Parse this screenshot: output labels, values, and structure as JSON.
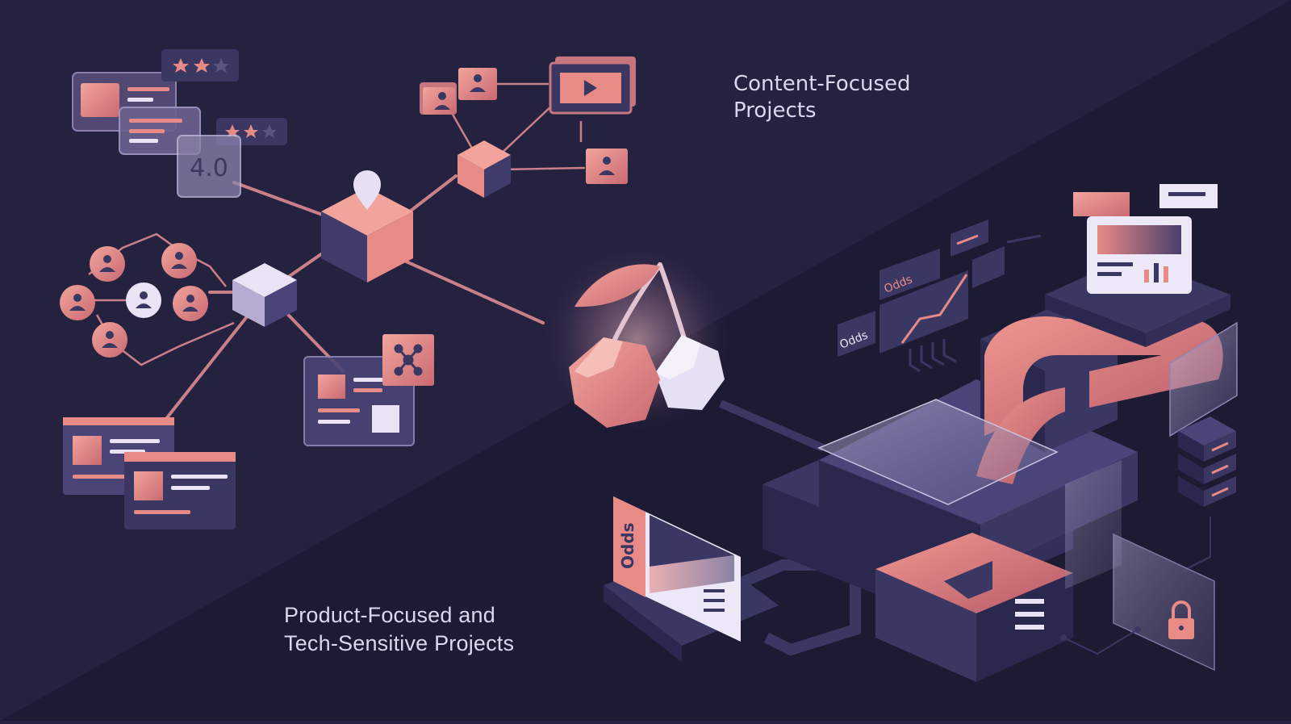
{
  "headings": {
    "content_focused": "Content-Focused\nProjects",
    "product_focused": "Product-Focused and\nTech-Sensitive Projects"
  },
  "review_cards": {
    "rating_value": "4.0",
    "star_ratings": [
      2,
      2
    ]
  },
  "dashboard": {
    "odds_labels": [
      "Odds",
      "Odds",
      "Odds"
    ]
  },
  "icons": {
    "center": "cherry-icon",
    "nodes": [
      "user-icon",
      "play-icon",
      "location-pin-icon",
      "share-icon",
      "lock-icon",
      "server-icon"
    ]
  },
  "colors": {
    "background_upper": "#25223f",
    "background_lower": "#1d1a33",
    "accent_coral": "#e88a86",
    "accent_lavender": "#d9d0f0",
    "block_dark": "#3b3763",
    "text": "#dcd7ec"
  }
}
